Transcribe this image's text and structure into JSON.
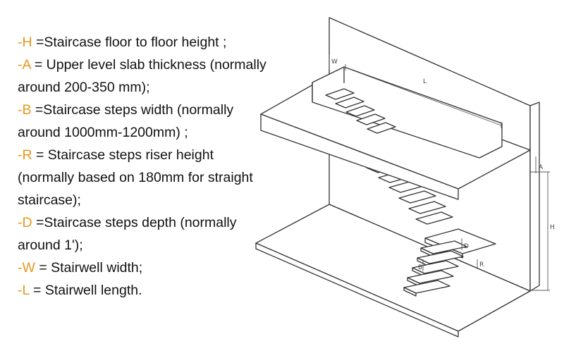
{
  "legend": [
    {
      "key": "-H",
      "lines": [
        "=Staircase floor to floor height ;"
      ]
    },
    {
      "key": "-A",
      "lines": [
        "= Upper level slab thickness (normally",
        "around 200-350 mm);"
      ]
    },
    {
      "key": "-B",
      "lines": [
        "=Staircase steps width (normally",
        "around 1000mm-1200mm) ;"
      ]
    },
    {
      "key": "-R",
      "lines": [
        "= Staircase steps riser height",
        "(normally based on 180mm for straight",
        "staircase);"
      ]
    },
    {
      "key": "-D",
      "lines": [
        "=Staircase steps depth (normally",
        "around 1');"
      ]
    },
    {
      "key": "-W",
      "lines": [
        "= Stairwell width;"
      ]
    },
    {
      "key": "-L",
      "lines": [
        "= Stairwell length."
      ]
    }
  ],
  "diagram_labels": {
    "L": "L",
    "W": "W",
    "A": "A",
    "H": "H",
    "D": "D",
    "B": "B",
    "R": "R"
  },
  "colors": {
    "key_text": "#e8981d",
    "body_text": "#111111",
    "line": "#333333",
    "fill": "#ffffff"
  }
}
